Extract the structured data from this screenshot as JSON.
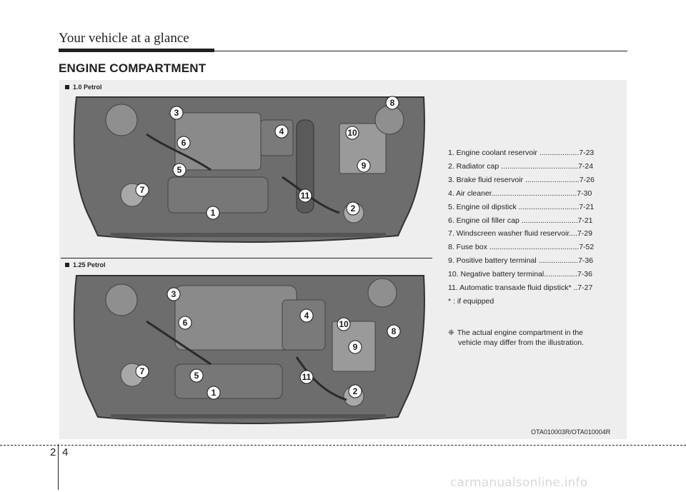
{
  "header": {
    "title": "Your vehicle at a glance"
  },
  "section": {
    "heading": "ENGINE COMPARTMENT"
  },
  "figures": [
    {
      "label": "1.0 Petrol",
      "callouts": [
        "3",
        "6",
        "5",
        "7",
        "1",
        "4",
        "11",
        "2",
        "8",
        "10",
        "9"
      ]
    },
    {
      "label": "1.25 Petrol",
      "callouts": [
        "3",
        "6",
        "7",
        "5",
        "1",
        "4",
        "11",
        "10",
        "8",
        "9",
        "2"
      ]
    }
  ],
  "legend": [
    "1. Engine coolant reservoir ...................7-23",
    "2. Radiator cap .....................................7-24",
    "3. Brake fluid reservoir ..........................7-26",
    "4. Air cleaner.........................................7-30",
    "5. Engine oil dipstick .............................7-21",
    "6. Engine oil filler cap ...........................7-21",
    "7. Windscreen washer fluid reservoir....7-29",
    "8. Fuse box ...........................................7-52",
    "9. Positive battery terminal ...................7-36",
    "10. Negative battery terminal................7-36",
    "11. Automatic transaxle fluid dipstick* ..7-27",
    "* :  if equipped"
  ],
  "note": {
    "symbol": "❈",
    "line1": "The actual engine compartment in the",
    "line2": "vehicle may differ from the illustration."
  },
  "figure_code": "OTA010003R/OTA010004R",
  "page": {
    "chapter": "2",
    "index": "4"
  },
  "watermark": "carmanualsonline.info"
}
